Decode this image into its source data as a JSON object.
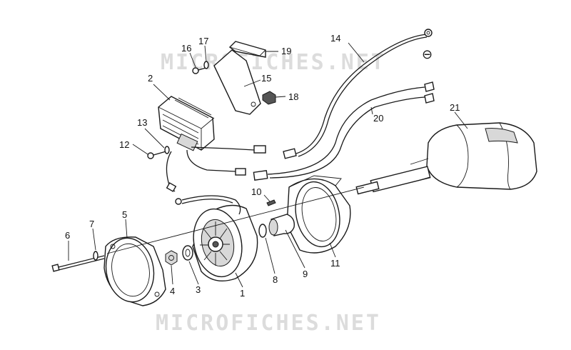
{
  "watermark": {
    "text": "MICROFICHES.NET",
    "color": "#dcdcdc"
  },
  "parts": [
    {
      "number": "1"
    },
    {
      "number": "2"
    },
    {
      "number": "3"
    },
    {
      "number": "4"
    },
    {
      "number": "5"
    },
    {
      "number": "6"
    },
    {
      "number": "7"
    },
    {
      "number": "8"
    },
    {
      "number": "9"
    },
    {
      "number": "10"
    },
    {
      "number": "11"
    },
    {
      "number": "12"
    },
    {
      "number": "13"
    },
    {
      "number": "14"
    },
    {
      "number": "15"
    },
    {
      "number": "16"
    },
    {
      "number": "17"
    },
    {
      "number": "18"
    },
    {
      "number": "19"
    },
    {
      "number": "20"
    },
    {
      "number": "21"
    }
  ],
  "ground_symbol": "⊖",
  "colors": {
    "line": "#1a1a1a",
    "background": "#ffffff"
  }
}
